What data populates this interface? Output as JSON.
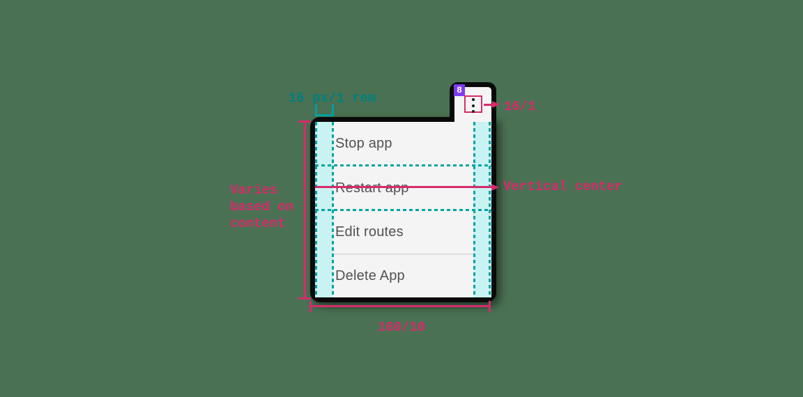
{
  "component": {
    "name": "overflow-menu",
    "badge_label": "8",
    "menu_items": [
      {
        "label": "Stop app"
      },
      {
        "label": "Restart app"
      },
      {
        "label": "Edit routes"
      },
      {
        "label": "Delete App"
      }
    ]
  },
  "annotations": {
    "spacing_label": "16 px/1 rem",
    "trigger_size_label": "16/1",
    "height_label": "Varies based on content",
    "vertical_center_label": "Vertical center",
    "width_label": "160/10"
  },
  "colors": {
    "page_background": "#4a7153",
    "annotation_pink": "#d62b6b",
    "annotation_teal_line": "#00a09d",
    "annotation_teal_text": "#00807c",
    "padding_highlight": "#c9f3f2",
    "badge_purple": "#7d3bf0",
    "menu_background": "#f4f4f4",
    "menu_border": "#0a0a0a",
    "menu_text": "#515151"
  }
}
